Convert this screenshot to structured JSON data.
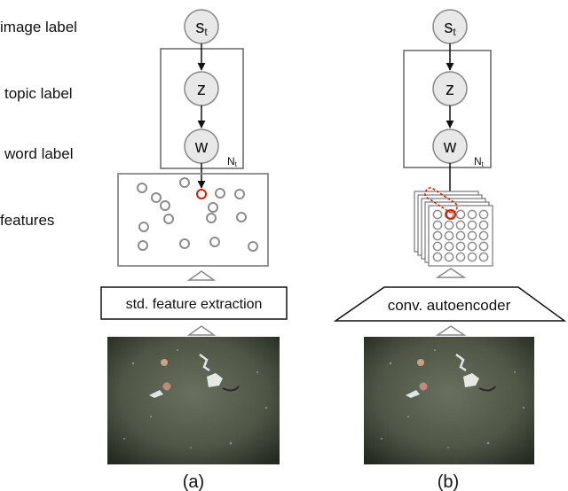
{
  "row_labels": {
    "image": "image label",
    "topic": "topic label",
    "word": "word label",
    "features": "features"
  },
  "panel_a": {
    "node_s": {
      "main": "s",
      "sub": "t"
    },
    "node_z": "z",
    "node_w": "w",
    "plate": {
      "main": "N",
      "sub": "t"
    },
    "extractor_label": "std. feature extraction",
    "caption": "(a)"
  },
  "panel_b": {
    "node_s": {
      "main": "s",
      "sub": "t"
    },
    "node_z": "z",
    "node_w": "w",
    "plate": {
      "main": "N",
      "sub": "t"
    },
    "extractor_label": "conv. autoencoder",
    "caption": "(b)"
  },
  "colors": {
    "node_fill": "#e8e8e8",
    "node_stroke": "#888888",
    "plate_stroke": "#666666",
    "feature_circle": "#8c8c8c",
    "highlight": "#cc2200",
    "seafloor": "#4f5646"
  }
}
